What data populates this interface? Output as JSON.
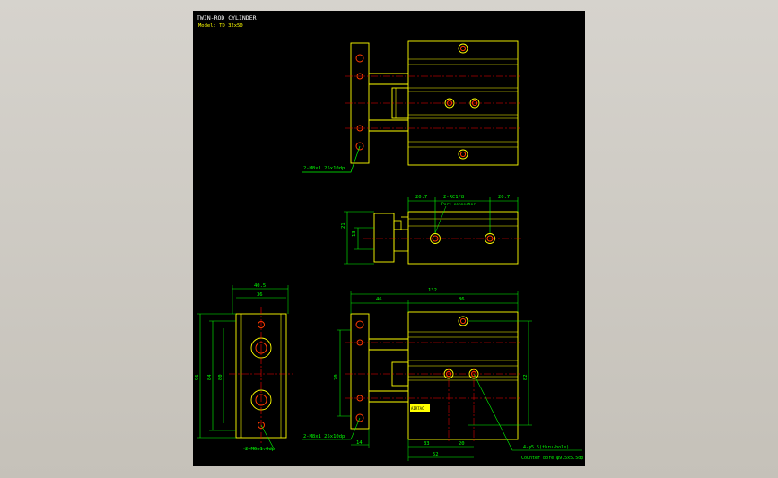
{
  "title_block": {
    "title": "TWIN-ROD CYLINDER",
    "model": "Model: TD 32x50"
  },
  "top_view": {
    "callout": "2-M8x1 25x10dp"
  },
  "side_view": {
    "dim_left": "20.7",
    "port_label": "2-RC1/8",
    "port_sub": "Port connector",
    "dim_right": "20.7",
    "height_outer": "21",
    "height_inner": "13"
  },
  "end_view": {
    "width_outer": "40.5",
    "width_inner": "36",
    "height_total": "96",
    "height_mid": "84",
    "height_inner": "80",
    "callout": "2-M6x1.0dp"
  },
  "front_view": {
    "overall": "132",
    "left_len": "46",
    "right_len": "86",
    "rod_span": "70",
    "body_height": "82",
    "plate": "14",
    "d1": "33",
    "d2": "20",
    "d3": "52",
    "callout": "2-M8x1 25x10dp",
    "hole_spec": "4-φ5.5(thru-hole)",
    "counterbore": "Counter bore φ9.5x5.5dp",
    "nameplate": "AIRTAC"
  },
  "colors": {
    "background": "#000000",
    "outline": "#ffff00",
    "dimension": "#00ff00",
    "centerline": "#ff0000",
    "hole": "#ff3b00",
    "leader": "#00ffff",
    "title": "#ffffff"
  }
}
